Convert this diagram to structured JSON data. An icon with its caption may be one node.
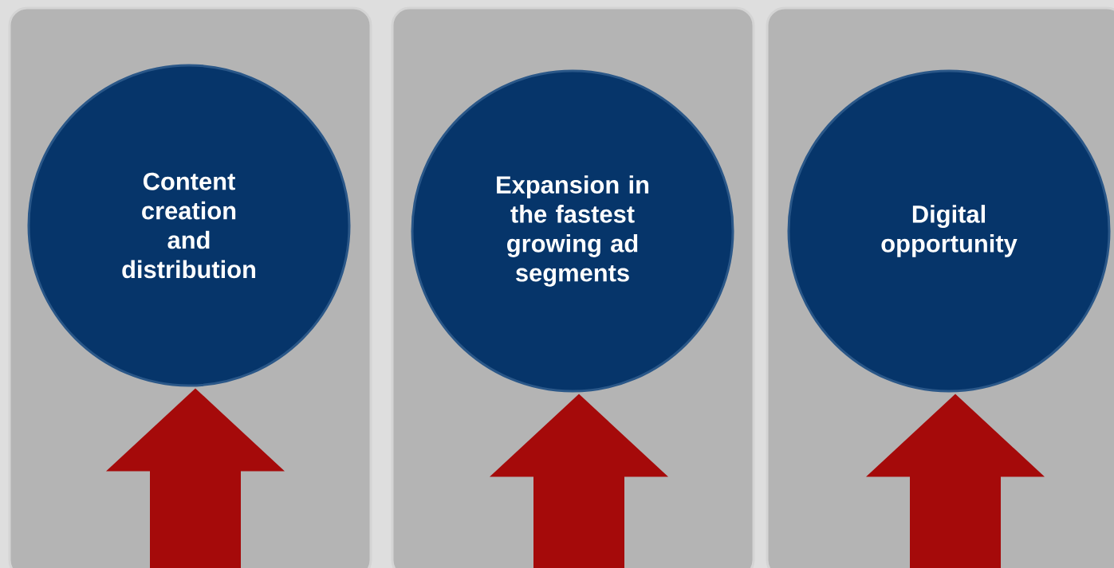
{
  "diagram": {
    "nodes": [
      {
        "text": [],
        "shape": "box"
      },
      {
        "text": [
          "Content creation and distribution"
        ],
        "in": 0
      },
      {
        "text": [],
        "shape": "box"
      },
      {
        "text": [
          "Expansion in the fastest growing ad segments"
        ],
        "in": 2
      },
      {
        "text": [],
        "shape": "box"
      },
      {
        "text": [
          "Digital opportunity"
        ],
        "in": 4
      }
    ],
    "edges": [
      {
        "from": null,
        "to": 1,
        "arrow": "to"
      },
      {
        "from": null,
        "to": 3,
        "arrow": "to"
      },
      {
        "from": null,
        "to": 5,
        "arrow": "to"
      }
    ]
  }
}
